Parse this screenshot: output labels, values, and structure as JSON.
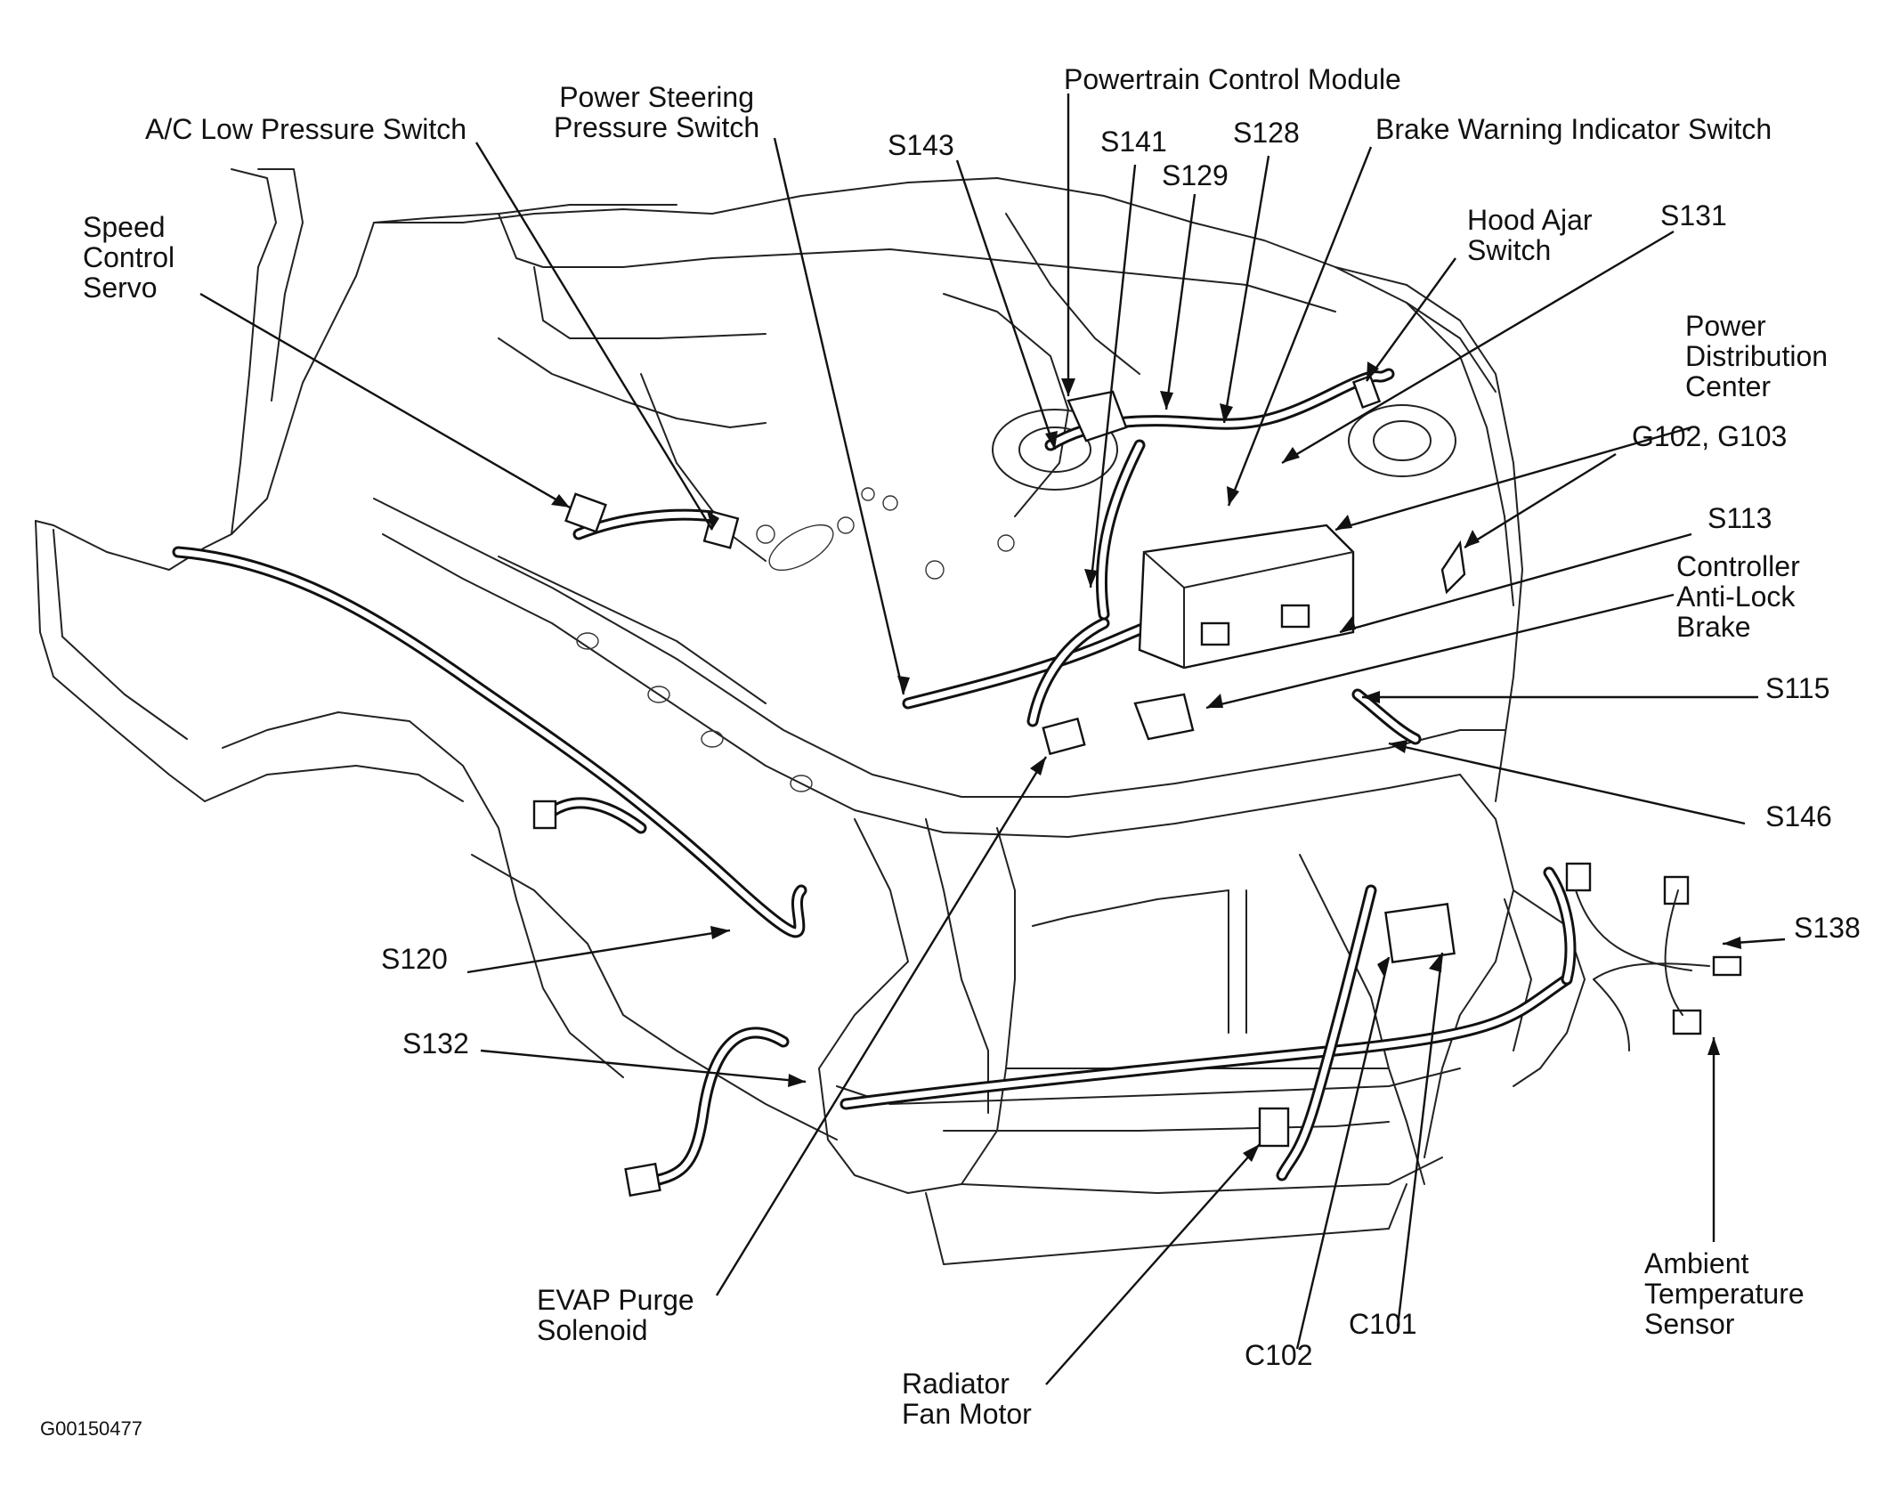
{
  "figure_id": "G00150477",
  "labels": {
    "powertrain_control_module": "Powertrain Control Module",
    "ac_low_pressure_switch": "A/C Low Pressure Switch",
    "power_steering_pressure_switch": "Power Steering\nPressure Switch",
    "brake_warning_indicator_switch": "Brake Warning Indicator Switch",
    "speed_control_servo": "Speed\nControl\nServo",
    "s143": "S143",
    "s141": "S141",
    "s128": "S128",
    "s129": "S129",
    "hood_ajar_switch": "Hood Ajar\nSwitch",
    "s131": "S131",
    "power_distribution_center": "Power\nDistribution\nCenter",
    "g102_g103": "G102, G103",
    "s113": "S113",
    "controller_anti_lock_brake": "Controller\nAnti-Lock\nBrake",
    "s115": "S115",
    "s146": "S146",
    "s138": "S138",
    "s120": "S120",
    "s132": "S132",
    "evap_purge_solenoid": "EVAP Purge\nSolenoid",
    "radiator_fan_motor": "Radiator\nFan Motor",
    "c102": "C102",
    "c101": "C101",
    "ambient_temperature_sensor": "Ambient\nTemperature\nSensor"
  }
}
